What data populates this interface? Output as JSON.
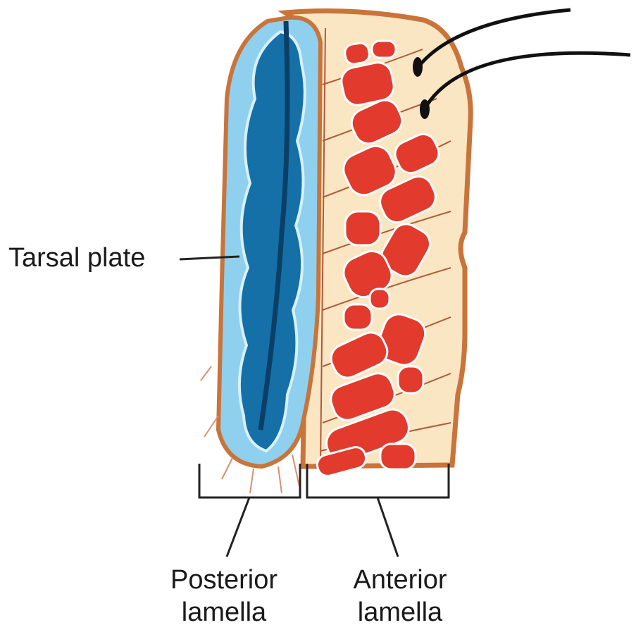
{
  "labels": {
    "tarsal_plate": "Tarsal plate",
    "posterior_line1": "Posterior",
    "posterior_line2": "lamella",
    "anterior_line1": "Anterior",
    "anterior_line2": "lamella"
  },
  "colors": {
    "tarsal_light_blue": "#8fd0ee",
    "tarsal_dark_blue": "#1570a8",
    "tarsal_core": "#0b4f80",
    "skin_outline": "#c8743a",
    "skin_fill": "#fbe6c4",
    "muscle_red": "#e23a2c",
    "muscle_outline": "#ffffff",
    "lash": "#111111",
    "leader_line": "#222222"
  }
}
